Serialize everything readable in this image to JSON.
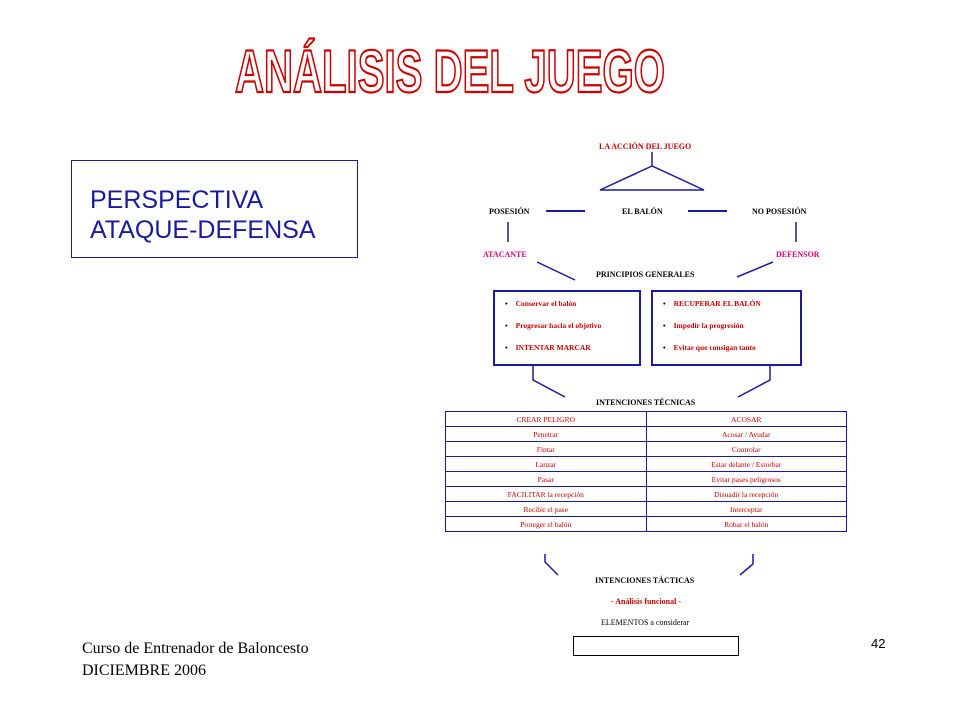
{
  "title": "ANÁLISIS DEL JUEGO",
  "perspective": {
    "line1": "PERSPECTIVA",
    "line2": "ATAQUE-DEFENSA"
  },
  "diagram": {
    "top": "LA ACCIÓN DEL JUEGO",
    "posesion": "POSESIÓN",
    "balon": "EL BALÓN",
    "no_posesion": "NO POSESIÓN",
    "atacante": "ATACANTE",
    "defensor": "DEFENSOR",
    "principios": "PRINCIPIOS GENERALES",
    "attack_items": [
      "Conservar el balón",
      "Progresar hacia el objetivo",
      "INTENTAR MARCAR"
    ],
    "defense_items": [
      "RECUPERAR EL BALÓN",
      "Impedir la progresión",
      "Evitar que consigan tanto"
    ],
    "bullet": "•",
    "tecnicas": "INTENCIONES TÉCNICAS",
    "table_rows": [
      [
        "CREAR PELIGRO",
        "ACOSAR"
      ],
      [
        "Penetrar",
        "Acosar / Ayudar"
      ],
      [
        "Fintar",
        "Controlar"
      ],
      [
        "Lanzar",
        "Estar delante / Estorbar"
      ],
      [
        "Pasar",
        "Evitar pases peligrosos"
      ],
      [
        "FACILITAR la recepción",
        "Disuadir la recepción"
      ],
      [
        "Recibir el pase",
        "Interceptar"
      ],
      [
        "Proteger el balón",
        "Robar el balón"
      ]
    ],
    "tacticas": "INTENCIONES TÁCTICAS",
    "analisis": "- Análisis funcional -",
    "elementos": "ELEMENTOS a considerar"
  },
  "footer": {
    "line1": "Curso de Entrenador de Baloncesto",
    "line2": "DICIEMBRE 2006"
  },
  "page_number": "42",
  "colors": {
    "title_red": "#cc0000",
    "blue": "#1a1aa0",
    "magenta": "#e0007a"
  }
}
